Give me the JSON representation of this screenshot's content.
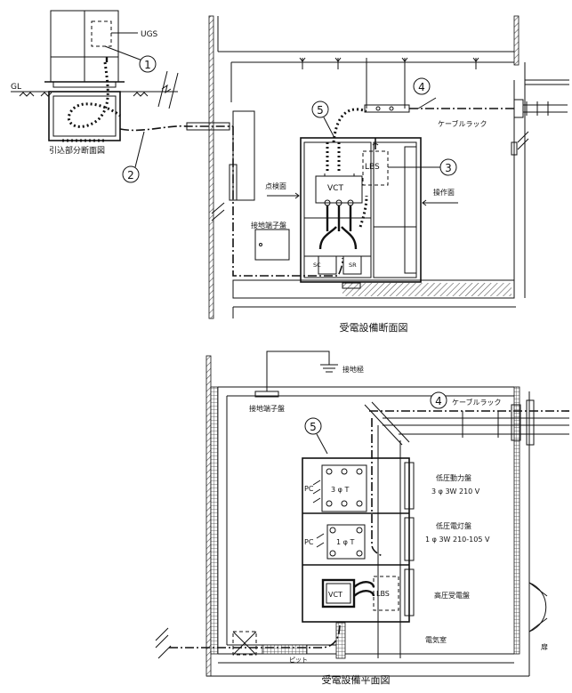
{
  "colors": {
    "line": "#111111",
    "background": "#ffffff",
    "hatch": "#555555"
  },
  "section_view": {
    "title": "受電設備断面図",
    "inset_caption": "引込部分断面図",
    "labels": {
      "gl": "GL",
      "ugs": "UGS",
      "cable_rack": "ケーブルラック",
      "lbs": "LBS",
      "vct": "VCT",
      "inspection_side": "点検面",
      "operation_side": "操作面",
      "grounding_terminal_board": "接地端子盤",
      "sc": "SC",
      "sr": "SR"
    },
    "callouts": {
      "c1": "1",
      "c2": "2",
      "c3": "3",
      "c4": "4",
      "c5": "5"
    }
  },
  "plan_view": {
    "title": "受電設備平面図",
    "labels": {
      "ground_electrode": "接地極",
      "grounding_terminal_board": "接地端子盤",
      "cable_rack": "ケーブルラック",
      "lv_power_panel": "低圧動力盤",
      "lv_power_spec": "3 φ 3W 210 V",
      "lv_lighting_panel": "低圧電灯盤",
      "lv_lighting_spec": "1 φ 3W 210-105 V",
      "hv_receiving_panel": "高圧受電盤",
      "pc1": "PC",
      "pc2": "PC",
      "t3": "3 φ T",
      "t1": "1 φ T",
      "vct": "VCT",
      "lbs": "LBS",
      "pit": "ピット",
      "electrical_room": "電気室",
      "door": "扉"
    },
    "callouts": {
      "c4": "4",
      "c5": "5"
    }
  }
}
